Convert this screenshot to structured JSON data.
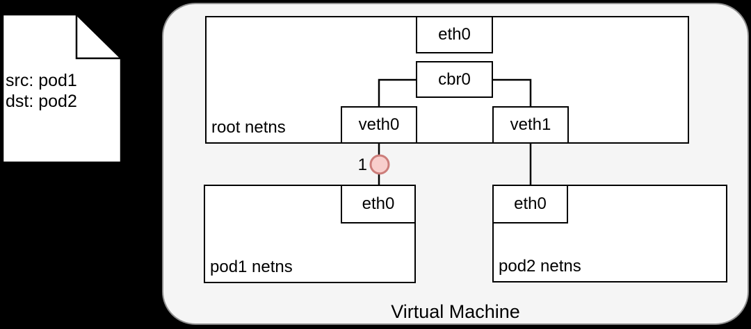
{
  "colors": {
    "page_background": "#000000",
    "vm_fill": "#f5f5f5",
    "vm_border": "#8f8f8f",
    "box_fill": "#ffffff",
    "box_border": "#000000",
    "connector": "#000000",
    "marker_fill": "#f8cecc",
    "marker_stroke": "#cc7d7a",
    "text": "#000000"
  },
  "note": {
    "line1": "src: pod1",
    "line2": "dst: pod2"
  },
  "vm": {
    "label": "Virtual Machine",
    "root_netns": {
      "label": "root netns",
      "eth0_label": "eth0",
      "cbr0_label": "cbr0",
      "veth0_label": "veth0",
      "veth1_label": "veth1"
    },
    "pod1_netns": {
      "label": "pod1 netns",
      "eth0_label": "eth0"
    },
    "pod2_netns": {
      "label": "pod2 netns",
      "eth0_label": "eth0"
    }
  },
  "marker": {
    "label": "1"
  }
}
